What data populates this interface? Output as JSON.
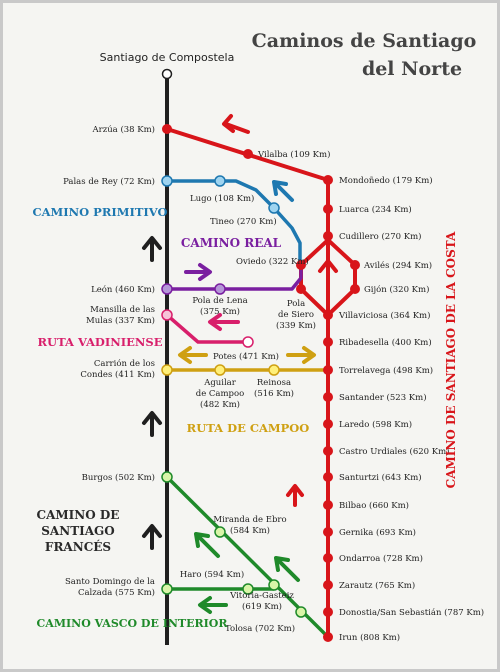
{
  "title": {
    "line1": "Caminos de Santiago",
    "line2": "del Norte"
  },
  "santiago": "Santiago de Compostela",
  "colors": {
    "frances": "#1f1f1f",
    "costa": "#d8151a",
    "primitivo": "#1e78b0",
    "real": "#7a1fa0",
    "vadiniense": "#d81f6b",
    "campoo": "#cfa012",
    "vasco": "#1f8a2a"
  },
  "routes": {
    "costa": "CAMINO DE SANTIAGO DE LA COSTA",
    "primitivo": "CAMINO PRIMITIVO",
    "real": "CAMINO REAL",
    "vadiniense": "RUTA VADINIENSE",
    "campoo": "RUTA DE CAMPOO",
    "frances": [
      "CAMINO DE",
      "SANTIAGO",
      "FRANCÉS"
    ],
    "vasco": "CAMINO VASCO DE INTERIOR"
  },
  "stops": {
    "frances": [
      "Arzúa (38 Km)",
      "Palas de Rey (72 Km)",
      "León (460 Km)",
      "Mansilla de las",
      "Mulas (337 Km)",
      "Carrión de los",
      "Condes (411 Km)",
      "Burgos (502 Km)",
      "Santo Domingo de la",
      "Calzada (575 Km)"
    ],
    "costa": [
      "Vilalba (109 Km)",
      "Mondoñedo (179 Km)",
      "Luarca (234 Km)",
      "Cudillero (270 Km)",
      "Avilés (294 Km)",
      "Gijón (320 Km)",
      "Villaviciosa (364 Km)",
      "Ribadesella (400 Km)",
      "Torrelavega (498 Km)",
      "Santander (523 Km)",
      "Laredo (598 Km)",
      "Castro Urdiales (620 Km)",
      "Santurtzi (643 Km)",
      "Bilbao (660 Km)",
      "Gernika (693 Km)",
      "Ondarroa (728 Km)",
      "Zarautz (765 Km)",
      "Donostia/San Sebastián (787 Km)",
      "Irun (808 Km)"
    ],
    "primitivo": [
      "Lugo (108 Km)",
      "Tineo (270 Km)"
    ],
    "real": [
      "Oviedo (322 Km)",
      "Pola de Lena",
      "(375 Km)",
      "Pola",
      "de Siero",
      "(339 Km)"
    ],
    "campoo": [
      "Potes (471 Km)",
      "Aguilar",
      "de Campoo",
      "(482 Km)",
      "Reinosa",
      "(516 Km)"
    ],
    "vasco": [
      "Miranda de Ebro",
      "(584 Km)",
      "Haro (594 Km)",
      "Vitoria-Gasteiz",
      "(619 Km)",
      "Tolosa (702 Km)"
    ]
  }
}
